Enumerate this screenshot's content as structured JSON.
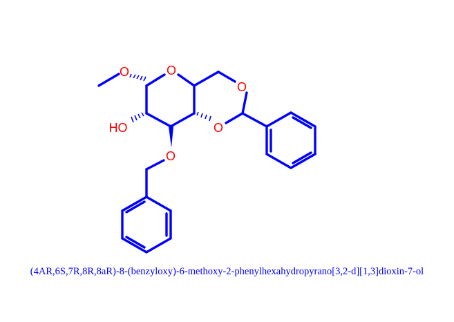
{
  "molecule": {
    "iupac_name": "(4AR,6S,7R,8R,8aR)-8-(benzyloxy)-6-methoxy-2-phenylhexahydropyrano[3,2-d][1,3]dioxin-7-ol",
    "atom_labels": {
      "o_methoxy": "O",
      "o_ring": "O",
      "o_dioxane_top": "O",
      "o_dioxane_bottom": "O",
      "hydroxyl": "HO",
      "o_benzyloxy": "O"
    },
    "colors": {
      "bond": "#0000ff",
      "heteroatom": "#ff0000",
      "caption": "#0000ff"
    }
  }
}
